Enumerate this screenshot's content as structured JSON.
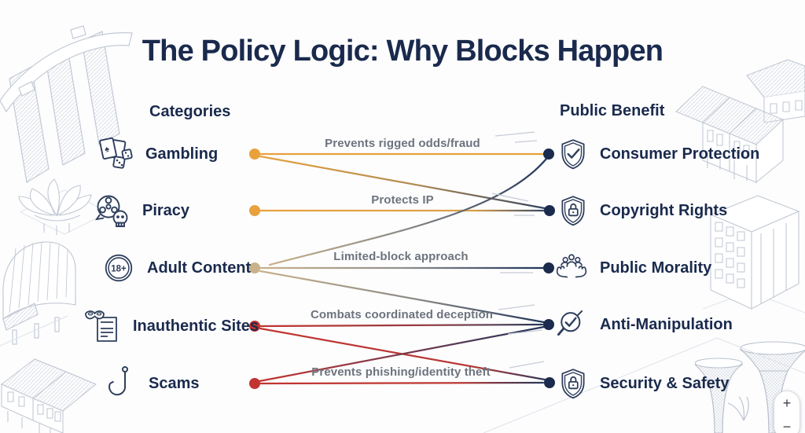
{
  "title": "The Policy Logic: Why Blocks Happen",
  "columns": {
    "left": "Categories",
    "right": "Public Benefit"
  },
  "categories": [
    {
      "label": "Gambling",
      "icon": "cards-dice-icon",
      "icon_glyph": "♠",
      "dot_color": "#E8A13C"
    },
    {
      "label": "Piracy",
      "icon": "film-reel-skull-icon",
      "dot_color": "#E8A13C"
    },
    {
      "label": "Adult Content",
      "icon": "18-plus-icon",
      "icon_text": "18+",
      "dot_color": "#C9B189"
    },
    {
      "label": "Inauthentic Sites",
      "icon": "mask-newspaper-icon",
      "dot_color": "#C23430"
    },
    {
      "label": "Scams",
      "icon": "fish-hook-icon",
      "dot_color": "#C23430"
    }
  ],
  "benefits": [
    {
      "label": "Consumer Protection",
      "icon": "shield-check-icon",
      "dot_color": "#1B2B4D"
    },
    {
      "label": "Copyright Rights",
      "icon": "shield-lock-icon",
      "dot_color": "#1B2B4D"
    },
    {
      "label": "Public Morality",
      "icon": "hands-people-icon",
      "dot_color": "#1B2B4D"
    },
    {
      "label": "Anti-Manipulation",
      "icon": "magnifier-check-icon",
      "dot_color": "#1B2B4D"
    },
    {
      "label": "Security & Safety",
      "icon": "shield-lock-icon",
      "dot_color": "#1B2B4D"
    }
  ],
  "connections": [
    {
      "from": "Gambling",
      "to": "Consumer Protection",
      "label": "Prevents rigged odds/fraud"
    },
    {
      "from": "Gambling",
      "to": "Copyright Rights",
      "label": ""
    },
    {
      "from": "Piracy",
      "to": "Copyright Rights",
      "label": "Protects IP"
    },
    {
      "from": "Adult Content",
      "to": "Consumer Protection",
      "label": ""
    },
    {
      "from": "Adult Content",
      "to": "Public Morality",
      "label": "Limited-block approach"
    },
    {
      "from": "Adult Content",
      "to": "Anti-Manipulation",
      "label": ""
    },
    {
      "from": "Inauthentic Sites",
      "to": "Anti-Manipulation",
      "label": "Combats coordinated deception"
    },
    {
      "from": "Inauthentic Sites",
      "to": "Security & Safety",
      "label": ""
    },
    {
      "from": "Scams",
      "to": "Anti-Manipulation",
      "label": ""
    },
    {
      "from": "Scams",
      "to": "Security & Safety",
      "label": "Prevents phishing/identity theft"
    }
  ],
  "zoom_control": {
    "plus": "+",
    "minus": "−"
  },
  "colors": {
    "navy": "#1B2B4D",
    "orange": "#E8A13C",
    "tan": "#C9B189",
    "red": "#C23430",
    "label_gray": "#6D737E",
    "background_art": "#C3C9D4"
  },
  "background_landmarks": [
    "marina-bay-sands",
    "artscience-museum",
    "esplanade-theatre",
    "shophouses-left",
    "shophouses-right",
    "office-building",
    "supertrees"
  ]
}
